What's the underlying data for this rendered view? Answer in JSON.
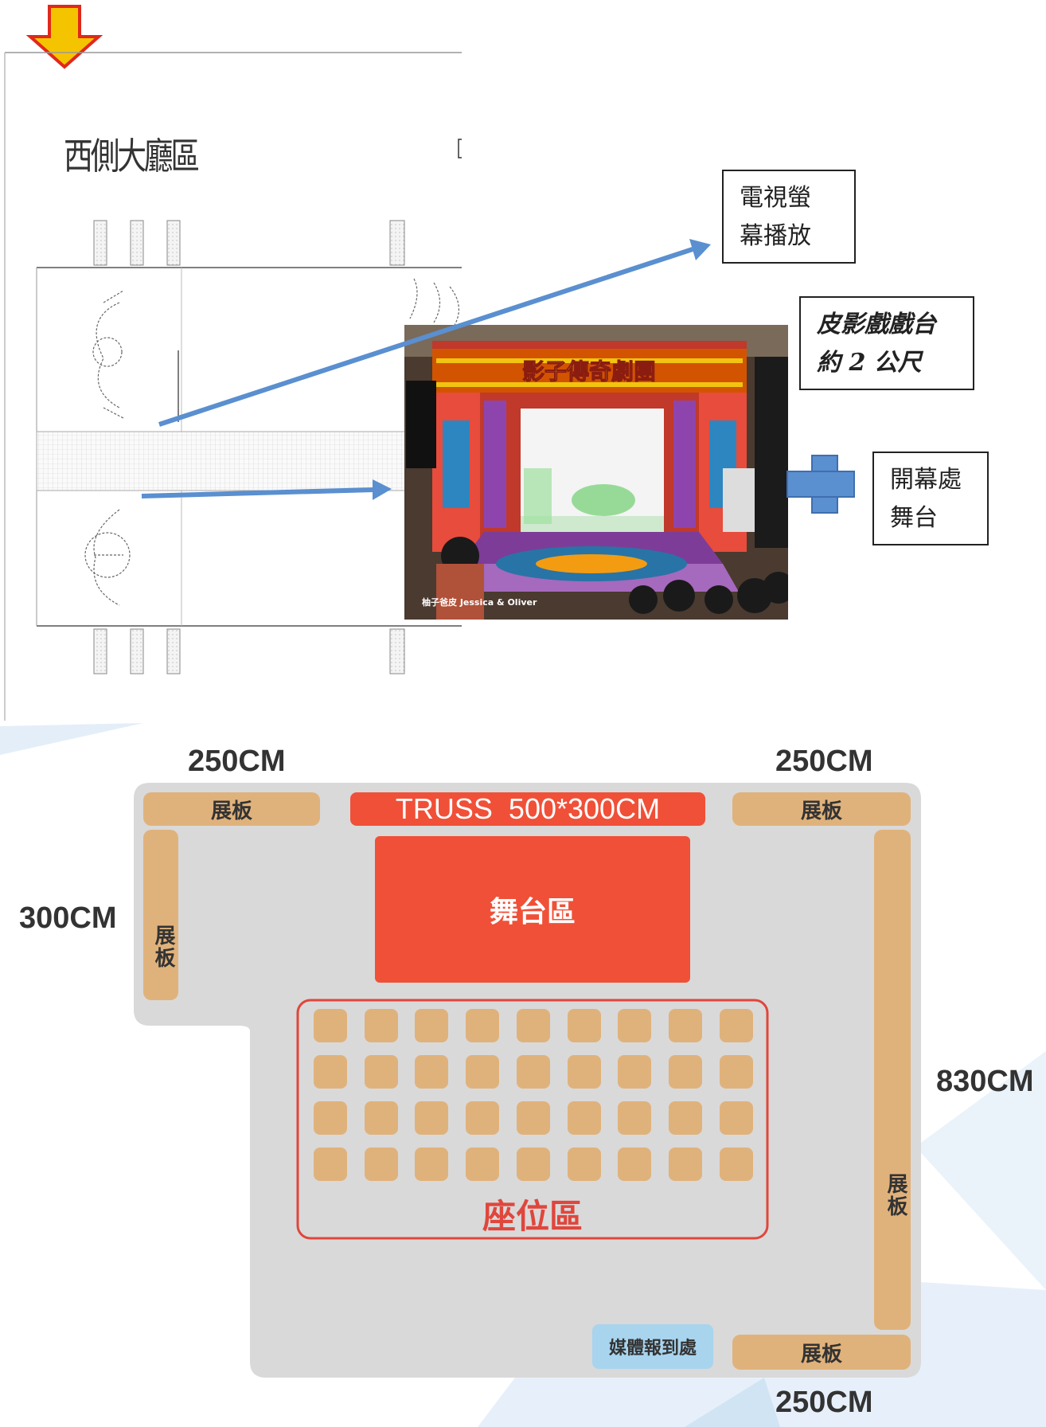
{
  "colors": {
    "panel": "#e0b27b",
    "stage_red": "#f05038",
    "floor_gray": "#d9d9d9",
    "arrow_blue": "#5a8fd0",
    "media_blue": "#a8d4ee",
    "arrow_orange": "#f5c400"
  },
  "floor_plan_sketch": {
    "title": "西側大廳區"
  },
  "photo": {
    "banner_text": "影子傳奇劇團",
    "watermark": "柚子爸皮 Jessica & Oliver"
  },
  "callouts": {
    "tv": {
      "line1": "電視螢",
      "line2": "幕播放"
    },
    "shadow_stage": {
      "line1": "皮影戲戲台",
      "line2": "約 2 公尺"
    },
    "opening": {
      "line1": "開幕處",
      "line2": "舞台"
    }
  },
  "layout": {
    "dim_top_left": "250CM",
    "dim_top_right": "250CM",
    "dim_left": "300CM",
    "dim_right": "830CM",
    "dim_bottom": "250CM",
    "panel_label": "展板",
    "truss": "TRUSS  500*300CM",
    "stage": "舞台區",
    "seating": "座位區",
    "media": "媒體報到處",
    "seat_rows": 4,
    "seat_cols": 9
  }
}
